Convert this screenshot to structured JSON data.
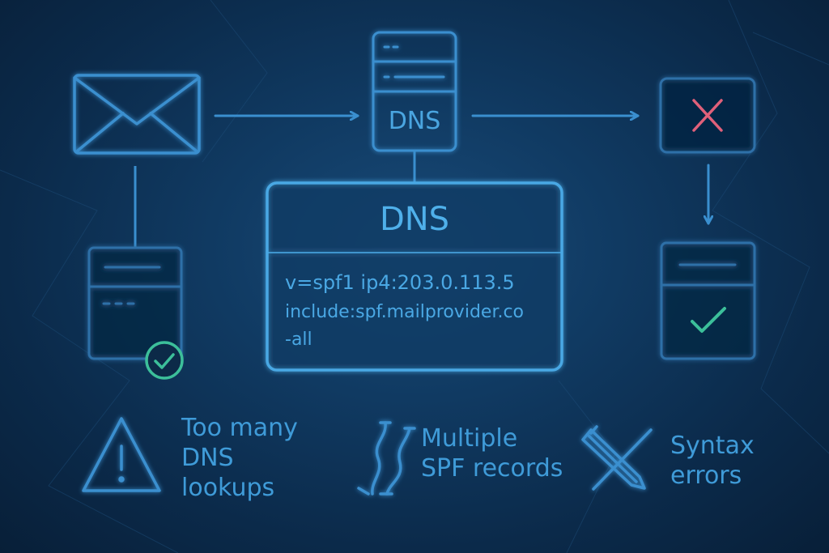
{
  "server": {
    "label": "DNS"
  },
  "record": {
    "title": "DNS",
    "lines": [
      "v=spf1 ip4:203.0.113.5",
      "include:spf.mailprovider.co",
      "-all"
    ]
  },
  "issues": [
    {
      "icon": "warning-triangle-icon",
      "lines": [
        "Too many",
        "DNS",
        "lookups"
      ]
    },
    {
      "icon": "squiggle-icon",
      "lines": [
        "Multiple",
        "SPF records"
      ]
    },
    {
      "icon": "crossed-pencil-icon",
      "lines": [
        "Syntax",
        "errors"
      ]
    }
  ],
  "colors": {
    "background": "#0c2a48",
    "line": "#3a8fcf",
    "text": "#3f9bd8",
    "error": "#e0607a",
    "success": "#3cbf9a"
  }
}
